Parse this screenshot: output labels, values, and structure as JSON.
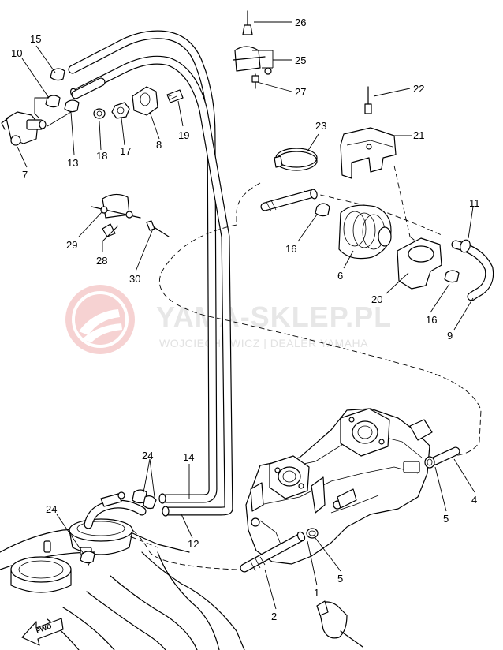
{
  "watermark": {
    "title": "YAMA-SKLEP.PL",
    "subtitle": "WOJCIECHOWICZ | DEALER YAMAHA"
  },
  "direction_badge": "FWD",
  "callouts": [
    {
      "id": "c1",
      "label": "1"
    },
    {
      "id": "c2",
      "label": "2"
    },
    {
      "id": "c4",
      "label": "4"
    },
    {
      "id": "c5a",
      "label": "5"
    },
    {
      "id": "c5b",
      "label": "5"
    },
    {
      "id": "c6",
      "label": "6"
    },
    {
      "id": "c7",
      "label": "7"
    },
    {
      "id": "c8",
      "label": "8"
    },
    {
      "id": "c9",
      "label": "9"
    },
    {
      "id": "c10",
      "label": "10"
    },
    {
      "id": "c11",
      "label": "11"
    },
    {
      "id": "c12",
      "label": "12"
    },
    {
      "id": "c13",
      "label": "13"
    },
    {
      "id": "c14",
      "label": "14"
    },
    {
      "id": "c15",
      "label": "15"
    },
    {
      "id": "c16a",
      "label": "16"
    },
    {
      "id": "c16b",
      "label": "16"
    },
    {
      "id": "c17",
      "label": "17"
    },
    {
      "id": "c18",
      "label": "18"
    },
    {
      "id": "c19",
      "label": "19"
    },
    {
      "id": "c20",
      "label": "20"
    },
    {
      "id": "c21",
      "label": "21"
    },
    {
      "id": "c22",
      "label": "22"
    },
    {
      "id": "c23",
      "label": "23"
    },
    {
      "id": "c24a",
      "label": "24"
    },
    {
      "id": "c24b",
      "label": "24"
    },
    {
      "id": "c25",
      "label": "25"
    },
    {
      "id": "c26",
      "label": "26"
    },
    {
      "id": "c27",
      "label": "27"
    },
    {
      "id": "c28",
      "label": "28"
    },
    {
      "id": "c29",
      "label": "29"
    },
    {
      "id": "c30",
      "label": "30"
    }
  ]
}
